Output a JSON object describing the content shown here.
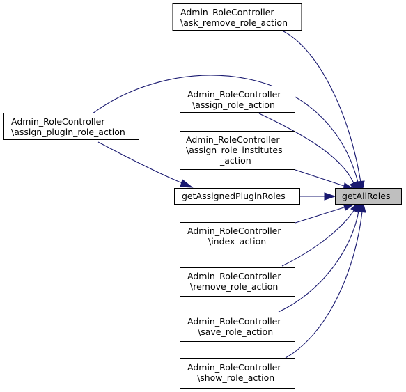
{
  "colors": {
    "edge": "#191970",
    "current_node_fill": "#bfbfbf",
    "node_fill": "#ffffff",
    "node_border": "#000000"
  },
  "nodes": {
    "ask_remove": [
      "Admin_RoleController",
      "\\ask_remove_role_action"
    ],
    "assign_plugin": [
      "Admin_RoleController",
      "\\assign_plugin_role_action"
    ],
    "assign_role": [
      "Admin_RoleController",
      "\\assign_role_action"
    ],
    "assign_institutes": [
      "Admin_RoleController",
      "\\assign_role_institutes",
      "_action"
    ],
    "get_assigned": [
      "getAssignedPluginRoles"
    ],
    "index": [
      "Admin_RoleController",
      "\\index_action"
    ],
    "remove": [
      "Admin_RoleController",
      "\\remove_role_action"
    ],
    "save": [
      "Admin_RoleController",
      "\\save_role_action"
    ],
    "show": [
      "Admin_RoleController",
      "\\show_role_action"
    ],
    "get_all_roles": [
      "getAllRoles"
    ]
  },
  "edges": [
    {
      "from": "ask_remove",
      "to": "get_all_roles"
    },
    {
      "from": "assign_plugin",
      "to": "get_all_roles"
    },
    {
      "from": "assign_plugin",
      "to": "get_assigned"
    },
    {
      "from": "assign_role",
      "to": "get_all_roles"
    },
    {
      "from": "assign_institutes",
      "to": "get_all_roles"
    },
    {
      "from": "get_assigned",
      "to": "get_all_roles"
    },
    {
      "from": "index",
      "to": "get_all_roles"
    },
    {
      "from": "remove",
      "to": "get_all_roles"
    },
    {
      "from": "save",
      "to": "get_all_roles"
    },
    {
      "from": "show",
      "to": "get_all_roles"
    }
  ]
}
